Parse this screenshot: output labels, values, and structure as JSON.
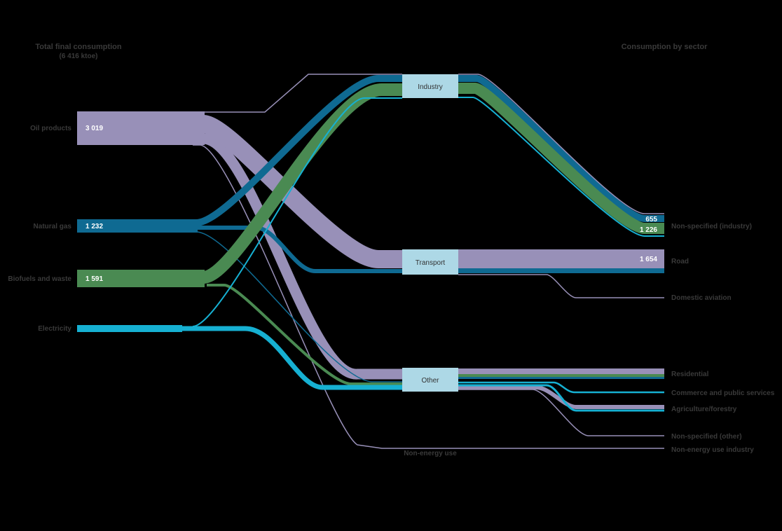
{
  "headers": {
    "left_title": "Total final consumption",
    "left_subtitle": "(6 416 ktoe)",
    "right_title": "Consumption by sector"
  },
  "colors": {
    "background": "#000000",
    "oil": "#9890b8",
    "gas": "#0f6a92",
    "biofuels": "#4a8a52",
    "electricity": "#16b0d2",
    "node_fill": "#add8e6",
    "text": "#3a3a3a"
  },
  "sources": [
    {
      "key": "oil",
      "label": "Oil products",
      "value": "3 019"
    },
    {
      "key": "gas",
      "label": "Natural gas",
      "value": "1 232"
    },
    {
      "key": "bio",
      "label": "Biofuels and waste",
      "value": "1 591"
    },
    {
      "key": "elec",
      "label": "Electricity",
      "value": ""
    }
  ],
  "sectors": [
    {
      "key": "industry",
      "label": "Industry"
    },
    {
      "key": "transport",
      "label": "Transport"
    },
    {
      "key": "other",
      "label": "Other"
    }
  ],
  "destinations": {
    "ind_ns": {
      "label": "Non-specified (industry)",
      "values": [
        "655",
        "1 226"
      ]
    },
    "road": {
      "label": "Road",
      "values": [
        "1 654"
      ]
    },
    "dom_av": {
      "label": "Domestic aviation"
    },
    "residential": {
      "label": "Residential"
    },
    "commerce": {
      "label": "Commerce and public services"
    },
    "agri": {
      "label": "Agriculture/forestry"
    },
    "other_ns": {
      "label": "Non-specified (other)"
    },
    "ne_ind": {
      "label": "Non-energy use industry"
    }
  },
  "extra_labels": {
    "non_energy_use": "Non-energy use"
  },
  "chart_data": {
    "type": "sankey",
    "title": "",
    "unit": "ktoe",
    "total": 6416,
    "flows": [
      {
        "from": "Oil products",
        "to": "Transport",
        "value": 1654
      },
      {
        "from": "Oil products",
        "to": "Other",
        "value": 1000
      },
      {
        "from": "Oil products",
        "to": "Non-energy use",
        "value": 60
      },
      {
        "from": "Oil products",
        "to": "Industry",
        "value": 20
      },
      {
        "from": "Natural gas",
        "to": "Industry",
        "value": 655
      },
      {
        "from": "Natural gas",
        "to": "Transport",
        "value": 330
      },
      {
        "from": "Natural gas",
        "to": "Other",
        "value": 60
      },
      {
        "from": "Biofuels and waste",
        "to": "Industry",
        "value": 1226
      },
      {
        "from": "Biofuels and waste",
        "to": "Other",
        "value": 180
      },
      {
        "from": "Electricity",
        "to": "Industry",
        "value": 110
      },
      {
        "from": "Electricity",
        "to": "Other",
        "value": 230
      },
      {
        "from": "Industry",
        "to": "Non-specified (industry)",
        "value": 2011
      },
      {
        "from": "Transport",
        "to": "Road",
        "value": 1654
      },
      {
        "from": "Transport",
        "to": "Domestic aviation",
        "value": 20
      },
      {
        "from": "Other",
        "to": "Residential",
        "value": 700
      },
      {
        "from": "Other",
        "to": "Commerce and public services",
        "value": 140
      },
      {
        "from": "Other",
        "to": "Agriculture/forestry",
        "value": 450
      },
      {
        "from": "Other",
        "to": "Non-specified (other)",
        "value": 20
      },
      {
        "from": "Non-energy use",
        "to": "Non-energy use industry",
        "value": 60
      }
    ]
  }
}
